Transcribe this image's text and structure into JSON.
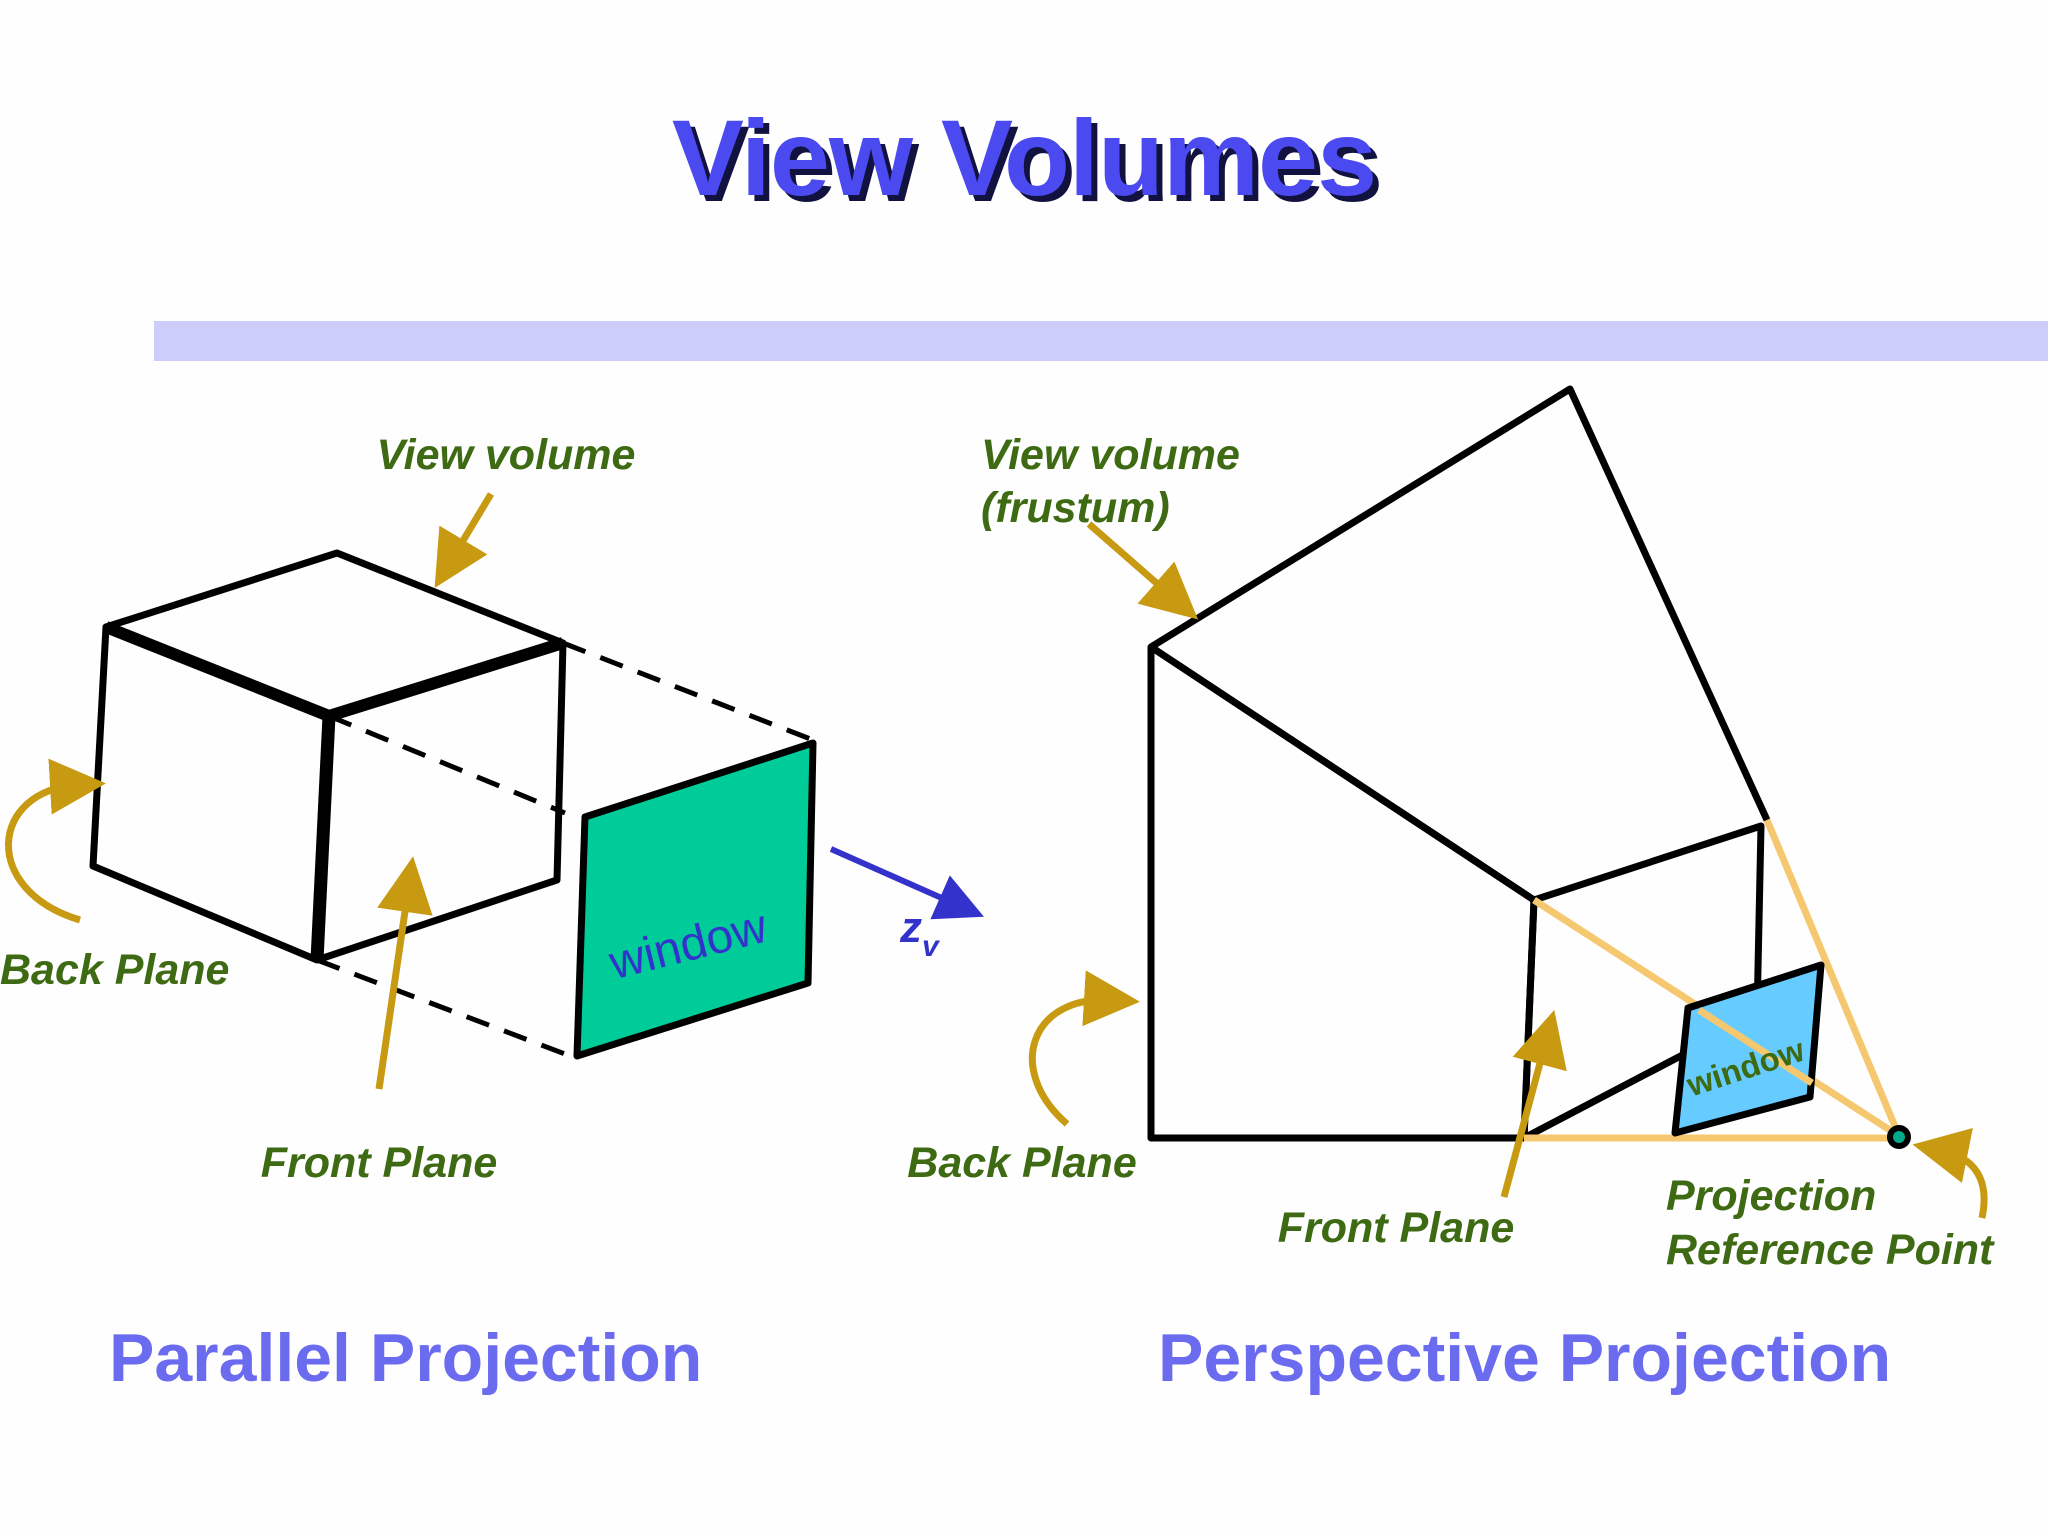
{
  "slide": {
    "title": "View Volumes",
    "parallel": {
      "caption": "Parallel Projection",
      "view_volume_label": "View volume",
      "back_plane_label": "Back Plane",
      "front_plane_label": "Front Plane",
      "window_label": "window",
      "axis_label": "z",
      "axis_subscript": "v"
    },
    "perspective": {
      "caption": "Perspective Projection",
      "view_volume_label_line1": "View volume",
      "view_volume_label_line2": "(frustum)",
      "back_plane_label": "Back Plane",
      "front_plane_label": "Front Plane",
      "window_label": "window",
      "prp_label_line1": "Projection",
      "prp_label_line2": "Reference Point"
    }
  },
  "colors": {
    "title": "#4a4af0",
    "title_shadow": "#121240",
    "rule_bar": "#cccdfa",
    "caption": "#6b6bf0",
    "label": "#3d6a12",
    "arrow": "#c89a12",
    "parallel_window": "#00cc99",
    "perspective_window": "#66ccff",
    "projector_lines": "#f5c870",
    "axis_arrow": "#3333cc"
  }
}
